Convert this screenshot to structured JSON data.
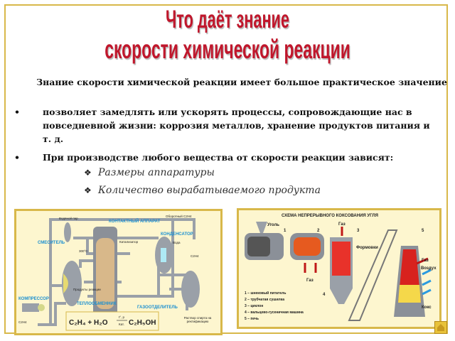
{
  "title": {
    "line1": "Что даёт знание",
    "line2": "скорости химической реакции"
  },
  "intro": "Знание скорости химической реакции имеет большое практическое значение",
  "bullets": [
    {
      "marker": "•",
      "text": "позволяет замедлять или ускорять процессы,  сопровождающие нас в повседневной жизни: коррозия металлов, хранение продуктов питания и т. д."
    },
    {
      "marker": "•",
      "text": "При производстве любого вещества от скорости реакции зависят:"
    }
  ],
  "sub_items": [
    {
      "marker": "❖",
      "text": "Размеры аппаратуры"
    },
    {
      "marker": "❖",
      "text": "Количество вырабатываемого продукта"
    }
  ],
  "diagram_left": {
    "labels": {
      "contact": "КОНТАКТНЫЙ АППАРАТ",
      "mixer": "СМЕСИТЕЛЬ",
      "condenser": "КОНДЕНСАТОР",
      "compressor": "КОМПРЕССОР",
      "heat_exchanger": "ТЕПЛООБМЕННИК",
      "gas_separator": "ГАЗООТДЕЛИТЕЛЬ",
      "steam": "Водяной пар",
      "catalyst": "Катализатор",
      "temp": "300°C",
      "products": "Продукты реакции",
      "recycle": "Оборотный C2H4",
      "water": "Вода",
      "c2h4": "C2H4",
      "c2h4_in": "C2H4",
      "solution": "Раствор спирта на ректификацию"
    },
    "equation": {
      "left": "C₂H₄ + H₂O",
      "conditions_top": "t°, p",
      "conditions_bottom": "Кат.",
      "right": "C₂H₅OH"
    }
  },
  "diagram_right": {
    "title": "СХЕМА НЕПРЕРЫВНОГО КОКСОВАНИЯ УГЛЯ",
    "labels": {
      "coal": "Уголь",
      "gas_top": "Газ",
      "gas_bottom": "Газ",
      "moulds": "Формовки",
      "gas_right": "Газ",
      "air": "Воздух",
      "coke": "Кокс",
      "n1": "1",
      "n2": "2",
      "n3": "3",
      "n4": "4",
      "n5": "5"
    },
    "legend": [
      "1 – шнековый питатель",
      "2 – трубчатая сушилка",
      "3 – циклон",
      "4 – вальцево-гусеничная машина",
      "5 – печь"
    ]
  },
  "colors": {
    "title": "#c0172c",
    "frame": "#d8b84a",
    "diagram_bg": "#fdf6cf",
    "label_blue": "#1a8fd0"
  }
}
